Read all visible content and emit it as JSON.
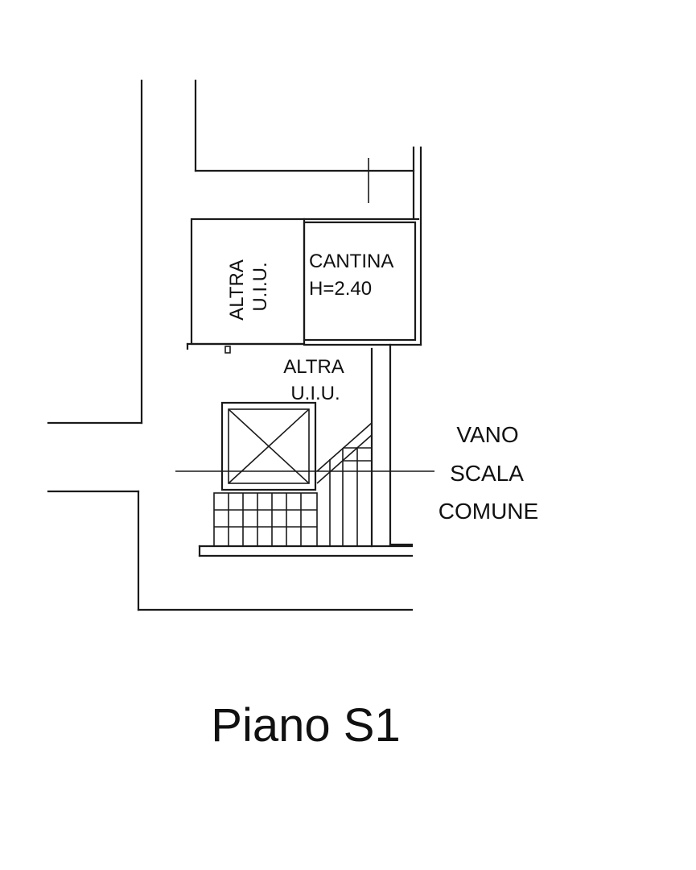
{
  "plan": {
    "rooms": {
      "altra_uiu_upper": {
        "line1": "ALTRA",
        "line2": "U.I.U."
      },
      "cantina": {
        "line1": "CANTINA",
        "line2": "H=2.40"
      },
      "altra_uiu_lower": {
        "line1": "ALTRA",
        "line2": "U.I.U."
      },
      "vano_scala": {
        "line1": "VANO",
        "line2": "SCALA",
        "line3": "COMUNE"
      }
    },
    "floor_title": "Piano S1"
  }
}
